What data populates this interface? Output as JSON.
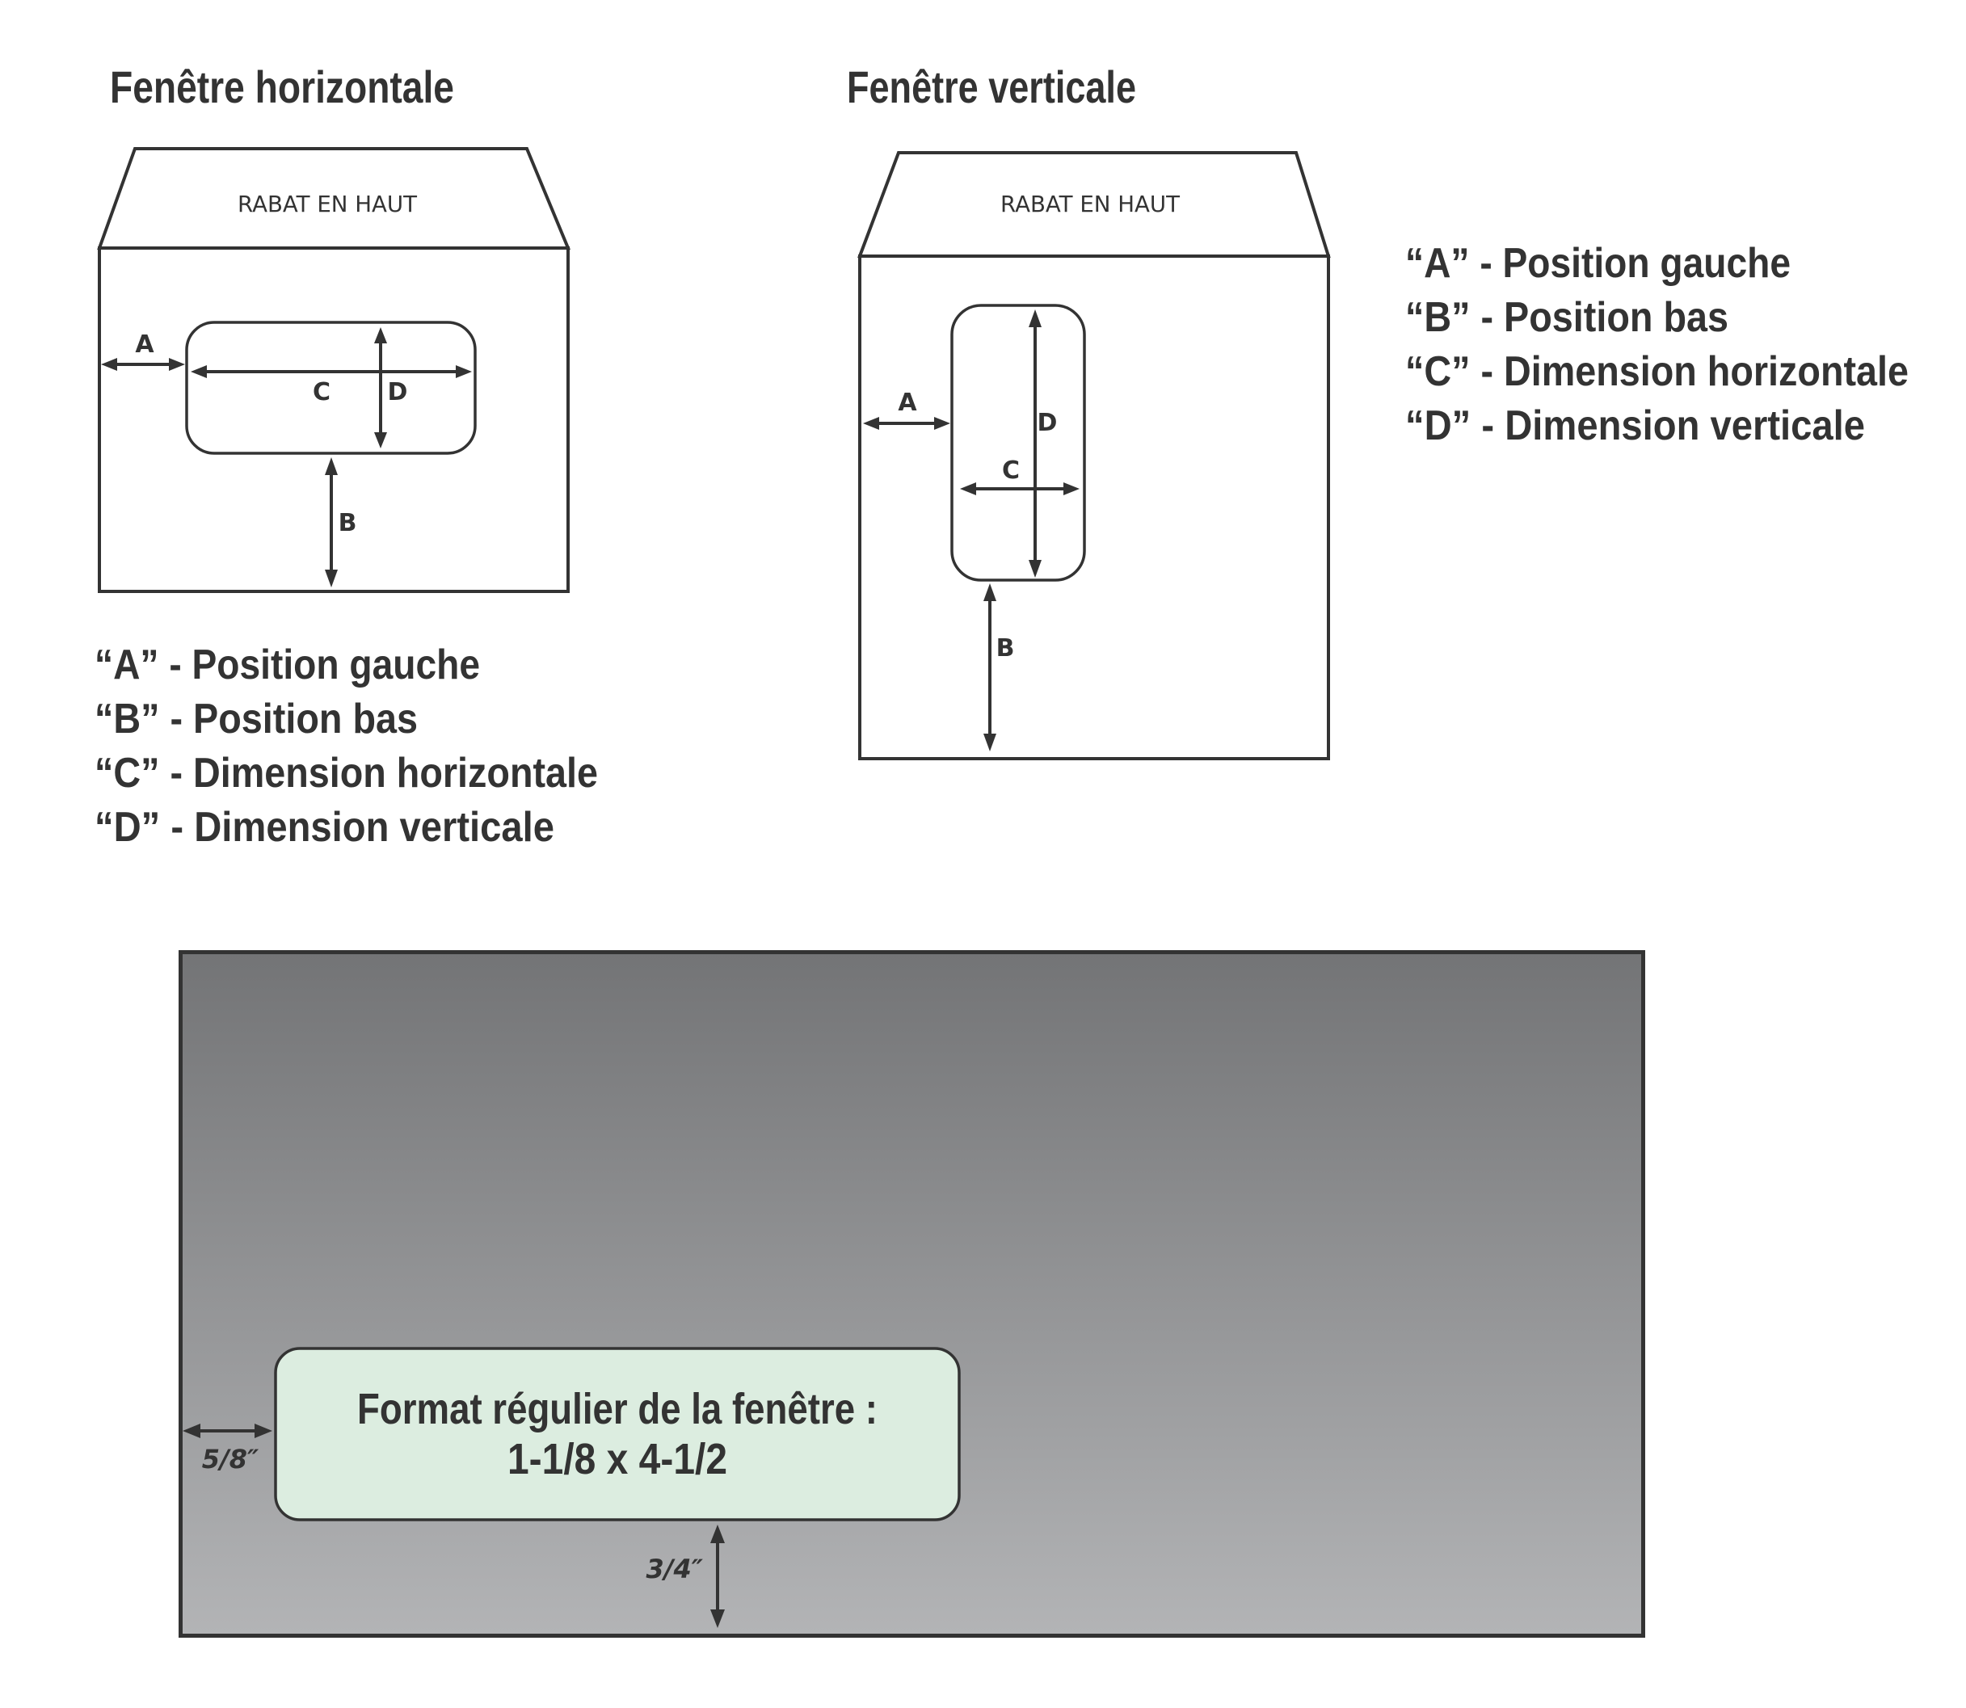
{
  "horizontal_diagram": {
    "title": "Fenêtre horizontale",
    "flap_label": "RABAT EN HAUT",
    "dimension_labels": {
      "a": "A",
      "b": "B",
      "c": "C",
      "d": "D"
    },
    "legend": [
      "“A” - Position gauche",
      "“B” - Position bas",
      "“C” - Dimension horizontale",
      "“D” - Dimension verticale"
    ]
  },
  "vertical_diagram": {
    "title": "Fenêtre verticale",
    "flap_label": "RABAT EN HAUT",
    "dimension_labels": {
      "a": "A",
      "b": "B",
      "c": "C",
      "d": "D"
    },
    "legend": [
      "“A” - Position gauche",
      "“B” - Position bas",
      "“C” - Dimension horizontale",
      "“D” - Dimension verticale"
    ]
  },
  "standard_window": {
    "line1": "Format régulier de la fenêtre :",
    "line2": "1-1/8 x 4-1/2",
    "left_offset_label": "5/8″",
    "bottom_offset_label": "3/4″"
  },
  "colors": {
    "ink": "#333333",
    "envelope_gradient_top": "#737476",
    "envelope_gradient_bottom": "#b3b4b6",
    "window_fill": "#dcede0"
  }
}
